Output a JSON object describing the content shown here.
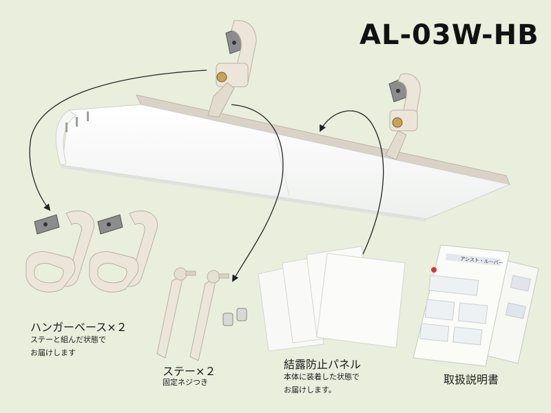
{
  "model": "AL-03W-HB",
  "parts": {
    "hanger": {
      "title": "ハンガーベース×２",
      "note_line1": "ステーと組んだ状態で",
      "note_line2": "お届けします"
    },
    "stay": {
      "title": "ステー×２",
      "note": "固定ネジつき"
    },
    "panel": {
      "title": "結露防止パネル",
      "note_line1": "本体に装着した状態で",
      "note_line2": "お届けします。"
    },
    "manual": {
      "title": "取扱説明書",
      "cover_title": "アシスト・ルーバー"
    }
  }
}
